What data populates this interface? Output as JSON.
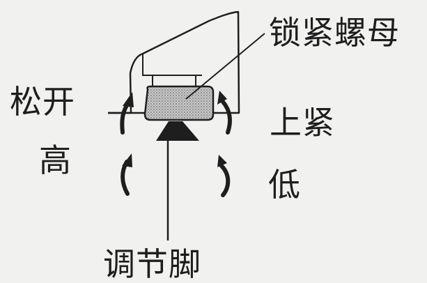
{
  "labels": {
    "lock_nut": "锁紧螺母",
    "loosen": "松开",
    "high": "高",
    "tighten": "上紧",
    "low": "低",
    "adjust_foot": "调节脚"
  },
  "colors": {
    "background": "#f1f1ef",
    "ink": "#1e1e1e",
    "nut_fill": "#b5b5b5"
  }
}
